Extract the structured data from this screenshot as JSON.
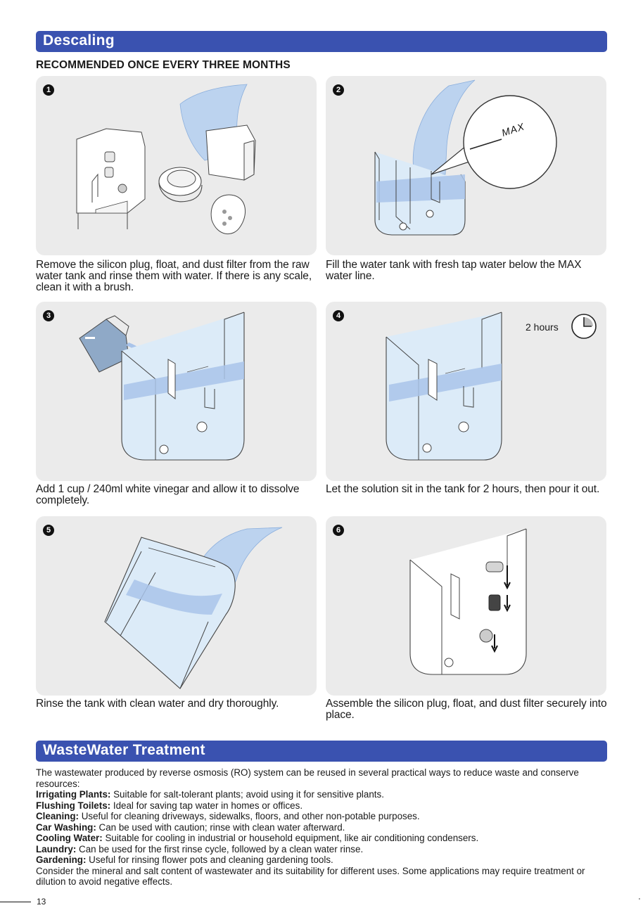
{
  "descaling": {
    "title": "Descaling",
    "subtitle": "RECOMMENDED ONCE EVERY THREE MONTHS",
    "steps": [
      {
        "number": "1",
        "caption": "Remove the silicon plug, float, and dust filter from the raw water tank and rinse them with water. If there is any scale, clean it with a brush."
      },
      {
        "number": "2",
        "caption": "Fill the water tank with fresh tap water below the MAX water line.",
        "max_label": "MAX"
      },
      {
        "number": "3",
        "caption": "Add 1 cup / 240ml white vinegar and allow it to dissolve completely."
      },
      {
        "number": "4",
        "caption": "Let the solution sit in the tank for 2 hours, then pour it out.",
        "timer_label": "2 hours"
      },
      {
        "number": "5",
        "caption": "Rinse the tank with clean water and dry thoroughly."
      },
      {
        "number": "6",
        "caption": "Assemble the silicon plug, float, and dust filter securely into place."
      }
    ]
  },
  "wastewater": {
    "title": "WasteWater Treatment",
    "intro": "The wastewater produced by reverse osmosis (RO) system can be reused in several practical ways to reduce waste and conserve resources:",
    "uses": [
      {
        "term": "Irrigating Plants:",
        "text": " Suitable for salt-tolerant plants; avoid using it for sensitive plants."
      },
      {
        "term": "Flushing Toilets:",
        "text": " Ideal for saving tap water in homes or offices."
      },
      {
        "term": "Cleaning:",
        "text": " Useful for cleaning driveways, sidewalks, floors, and other non-potable purposes."
      },
      {
        "term": "Car Washing:",
        "text": " Can be used with caution; rinse with clean water afterward."
      },
      {
        "term": "Cooling Water:",
        "text": " Suitable for cooling in industrial or household equipment, like air conditioning condensers."
      },
      {
        "term": "Laundry:",
        "text": " Can be used for the first rinse cycle, followed by a clean water rinse."
      },
      {
        "term": "Gardening:",
        "text": " Useful for rinsing flower pots and cleaning gardening tools."
      }
    ],
    "closing": "Consider the mineral and salt content of wastewater and its suitability for different uses. Some applications may require treatment or dilution to avoid negative effects."
  },
  "footer": {
    "page_number": "13",
    "corner_mark": "'"
  },
  "colors": {
    "section_bar": "#3a52b0",
    "panel_bg": "#ebebeb",
    "water_light": "#dcebf8",
    "water_band": "#a9c4ea"
  }
}
